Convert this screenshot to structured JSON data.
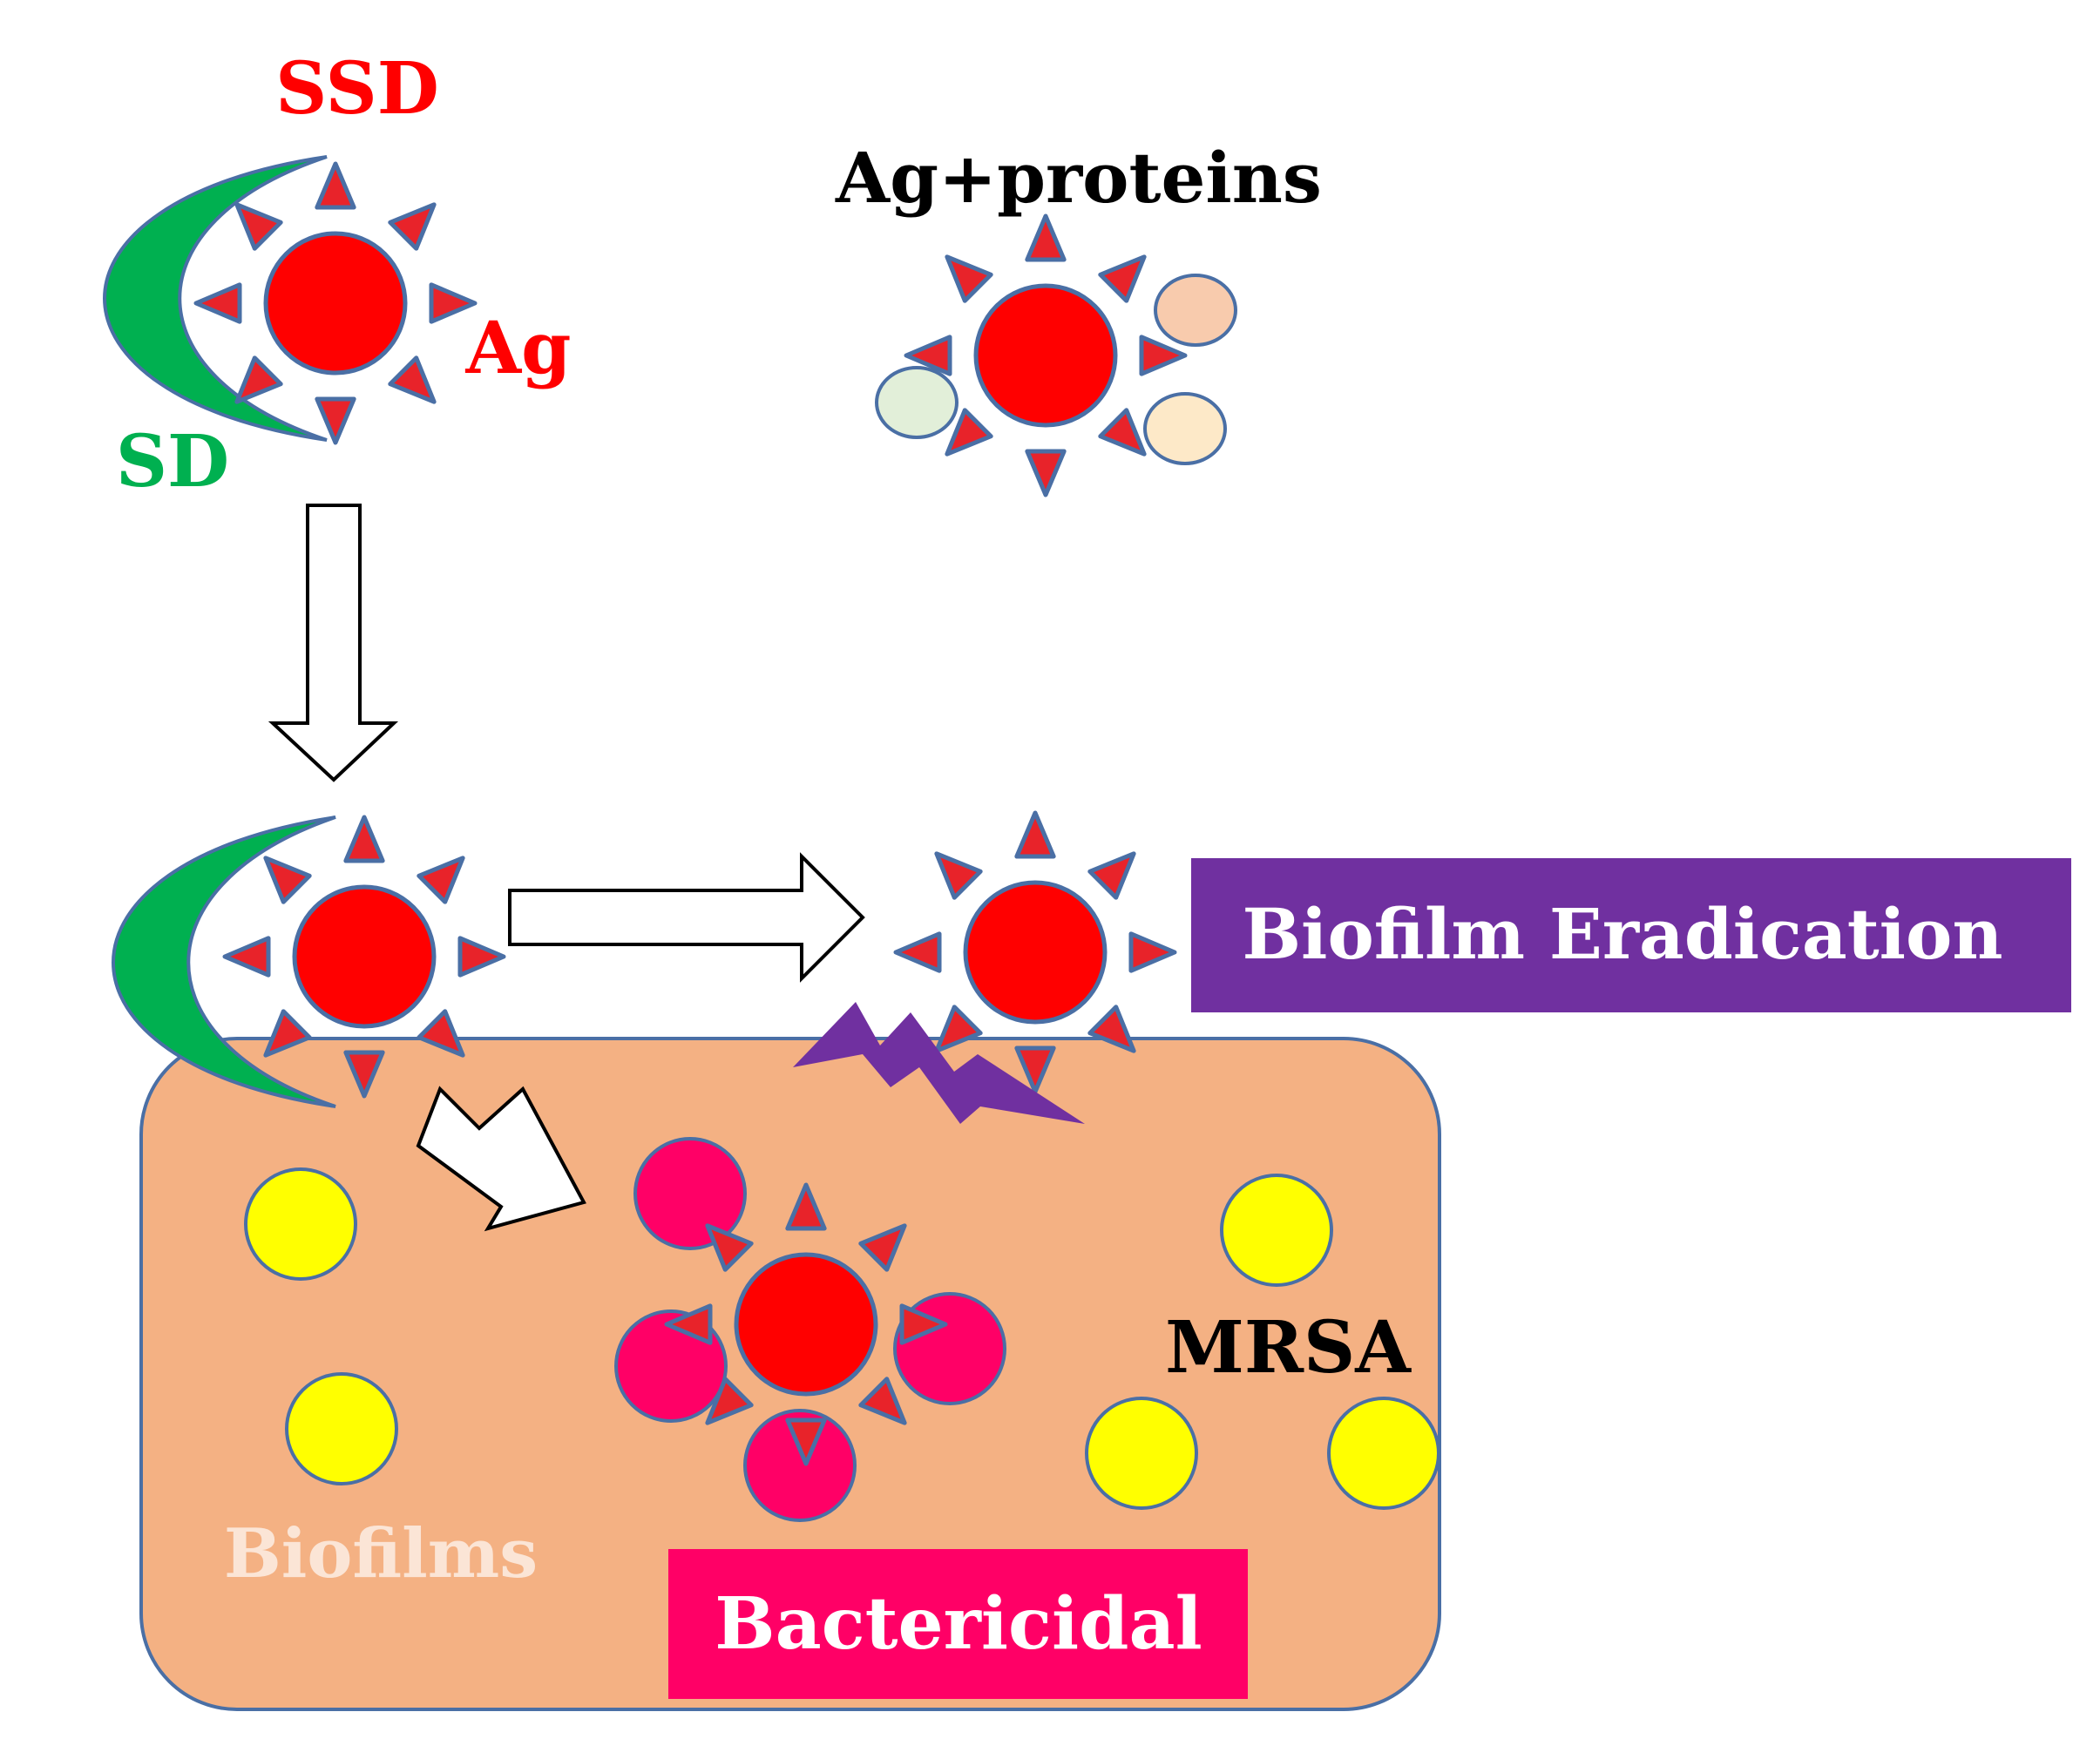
{
  "labels": {
    "ssd": "SSD",
    "sd": "SD",
    "ag": "Ag",
    "ag_proteins": "Ag+proteins",
    "biofilm_eradication": "Biofilm Eradication",
    "mrsa": "MRSA",
    "biofilms": "Biofilms",
    "bactericidal": "Bactericidal"
  },
  "colors": {
    "silver_core": "#ff0000",
    "spike": "#e8232a",
    "outline": "#4a6fa5",
    "sulfadiazine": "#00b050",
    "biofilm": "#f4b183",
    "bacteria_yellow": "#ffff00",
    "killed_bacteria": "#ff0066",
    "eradication_box": "#7030a0",
    "bactericidal_box": "#ff0066",
    "lightning": "#7030a0",
    "protein_1": "#f8cbad",
    "protein_2": "#e2efd9",
    "protein_3": "#fde9c8"
  },
  "icons": {
    "lightning": "lightning-bolt-icon",
    "arrow": "hollow-arrow-icon",
    "silver": "silver-sunburst-icon"
  }
}
